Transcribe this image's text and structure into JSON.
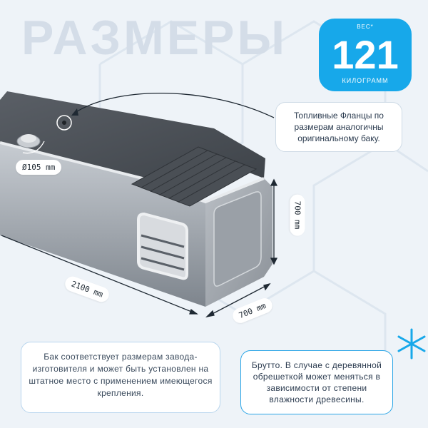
{
  "title": "РАЗМЕРЫ",
  "weight": {
    "label_top": "ВЕС*",
    "value": "121",
    "label_bottom": "КИЛОГРАММ"
  },
  "flange_note": "Топливные Фланцы по размерам аналогичны оригинальному баку.",
  "dimensions": {
    "diameter": "Ø105 mm",
    "length": "2100 mm",
    "height": "700 mm",
    "depth": "700 mm"
  },
  "info_left": "Бак соответствует размерам завода-изготовителя и может быть установлен на штатное место с применением имеющегося крепления.",
  "info_right": "Брутто. В случае с деревянной обрешеткой может меняться в зависимости от степени влажности древесины.",
  "colors": {
    "accent": "#17a8ea",
    "background": "#eef3f8",
    "title": "#d4dde8"
  }
}
